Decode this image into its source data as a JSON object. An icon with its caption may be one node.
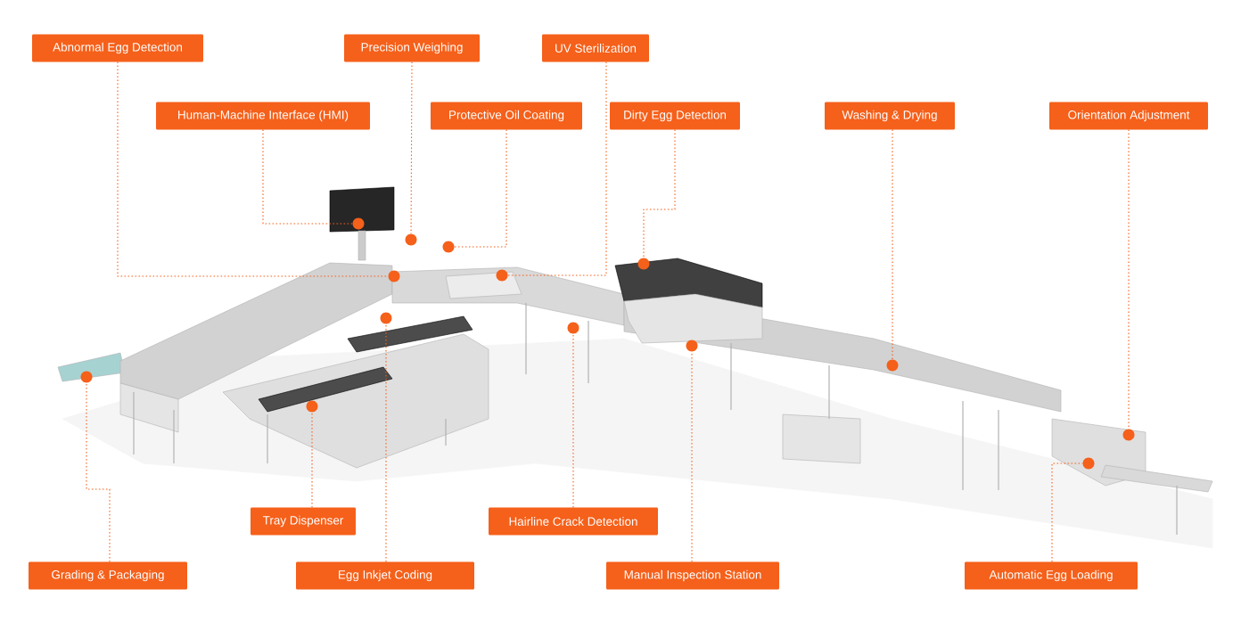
{
  "diagram": {
    "nodes": [
      {
        "text": [
          "Abnormal Egg Detection"
        ]
      },
      {
        "text": [
          "Precision Weighing"
        ]
      },
      {
        "text": [
          "UV Sterilization"
        ]
      },
      {
        "text": [
          "Human-Machine Interface (HMI)"
        ]
      },
      {
        "text": [
          "Protective Oil Coating"
        ]
      },
      {
        "text": [
          "Dirty Egg Detection"
        ]
      },
      {
        "text": [
          "Washing & Drying"
        ]
      },
      {
        "text": [
          "Orientation Adjustment"
        ]
      },
      {
        "text": [
          "Tray Dispenser"
        ]
      },
      {
        "text": [
          "Hairline Crack Detection"
        ]
      },
      {
        "text": [
          "Grading & Packaging"
        ]
      },
      {
        "text": [
          "Egg Inkjet Coding"
        ]
      },
      {
        "text": [
          "Manual Inspection Station"
        ]
      },
      {
        "text": [
          "Automatic Egg Loading"
        ]
      },
      {
        "text": [],
        "shape": "circle"
      },
      {
        "text": [],
        "shape": "circle"
      },
      {
        "text": [],
        "shape": "circle"
      },
      {
        "text": [],
        "shape": "circle"
      },
      {
        "text": [],
        "shape": "circle"
      },
      {
        "text": [],
        "shape": "circle"
      },
      {
        "text": [],
        "shape": "circle"
      },
      {
        "text": [],
        "shape": "circle"
      },
      {
        "text": [],
        "shape": "circle"
      },
      {
        "text": [],
        "shape": "circle"
      },
      {
        "text": [],
        "shape": "circle"
      },
      {
        "text": [],
        "shape": "circle"
      },
      {
        "text": [],
        "shape": "circle"
      },
      {
        "text": [],
        "shape": "circle"
      }
    ],
    "edges": [
      {
        "from": 0,
        "to": 18,
        "arrow": "none",
        "style": "dashed"
      },
      {
        "from": 1,
        "to": 19,
        "arrow": "none",
        "style": "dashed"
      },
      {
        "from": 2,
        "to": 21,
        "arrow": "none",
        "style": "dashed"
      },
      {
        "from": 3,
        "to": 16,
        "arrow": "none",
        "style": "dashed"
      },
      {
        "from": 4,
        "to": 20,
        "arrow": "none",
        "style": "dashed"
      },
      {
        "from": 5,
        "to": 23,
        "arrow": "none",
        "style": "dashed"
      },
      {
        "from": 6,
        "to": 25,
        "arrow": "none",
        "style": "dashed"
      },
      {
        "from": 7,
        "to": 27,
        "arrow": "none",
        "style": "dashed"
      },
      {
        "from": 8,
        "to": 15,
        "arrow": "none",
        "style": "dashed"
      },
      {
        "from": 9,
        "to": 22,
        "arrow": "none",
        "style": "dashed"
      },
      {
        "from": 10,
        "to": 14,
        "arrow": "none",
        "style": "dashed"
      },
      {
        "from": 11,
        "to": 17,
        "arrow": "none",
        "style": "dashed"
      },
      {
        "from": 12,
        "to": 24,
        "arrow": "none",
        "style": "dashed"
      },
      {
        "from": 13,
        "to": 26,
        "arrow": "none",
        "style": "dashed"
      }
    ]
  }
}
